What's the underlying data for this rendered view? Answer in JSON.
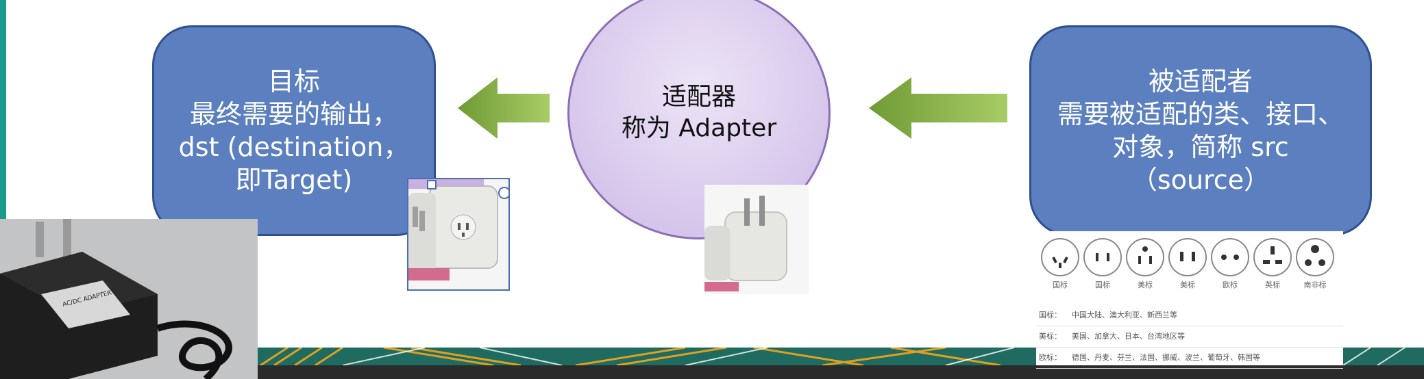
{
  "target_box": {
    "line1": "目标",
    "line2": "最终需要的输出，",
    "line3": "dst (destination，",
    "line4": "即Target)"
  },
  "adapter_circle": {
    "line1": "适配器",
    "line2": "称为 Adapter"
  },
  "adaptee_box": {
    "line1": "被适配者",
    "line2": "需要被适配的类、接口、",
    "line3": "对象，简称 src",
    "line4": "（source）"
  },
  "sockets": [
    {
      "label": "国标"
    },
    {
      "label": "国标"
    },
    {
      "label": "美标"
    },
    {
      "label": "美标"
    },
    {
      "label": "欧标"
    },
    {
      "label": "英标"
    },
    {
      "label": "南非标"
    }
  ],
  "socket_table": [
    {
      "key": "国标：",
      "value": "中国大陆、澳大利亚、新西兰等"
    },
    {
      "key": "美标：",
      "value": "美国、加拿大、日本、台湾地区等"
    },
    {
      "key": "欧标：",
      "value": "德国、丹麦、芬兰、法国、挪威、波兰、葡萄牙、韩国等"
    }
  ],
  "photos": {
    "adapter_label": "AC/DC ADAPTER"
  },
  "colors": {
    "box_fill": "#5b7fbf",
    "box_border": "#2f4f8f",
    "circle_fill": "#cdb9e7",
    "arrow_green": "#8cba48",
    "accent_bar": "#1a9c8c"
  },
  "icons": {
    "arrow": "arrow-left-icon"
  }
}
